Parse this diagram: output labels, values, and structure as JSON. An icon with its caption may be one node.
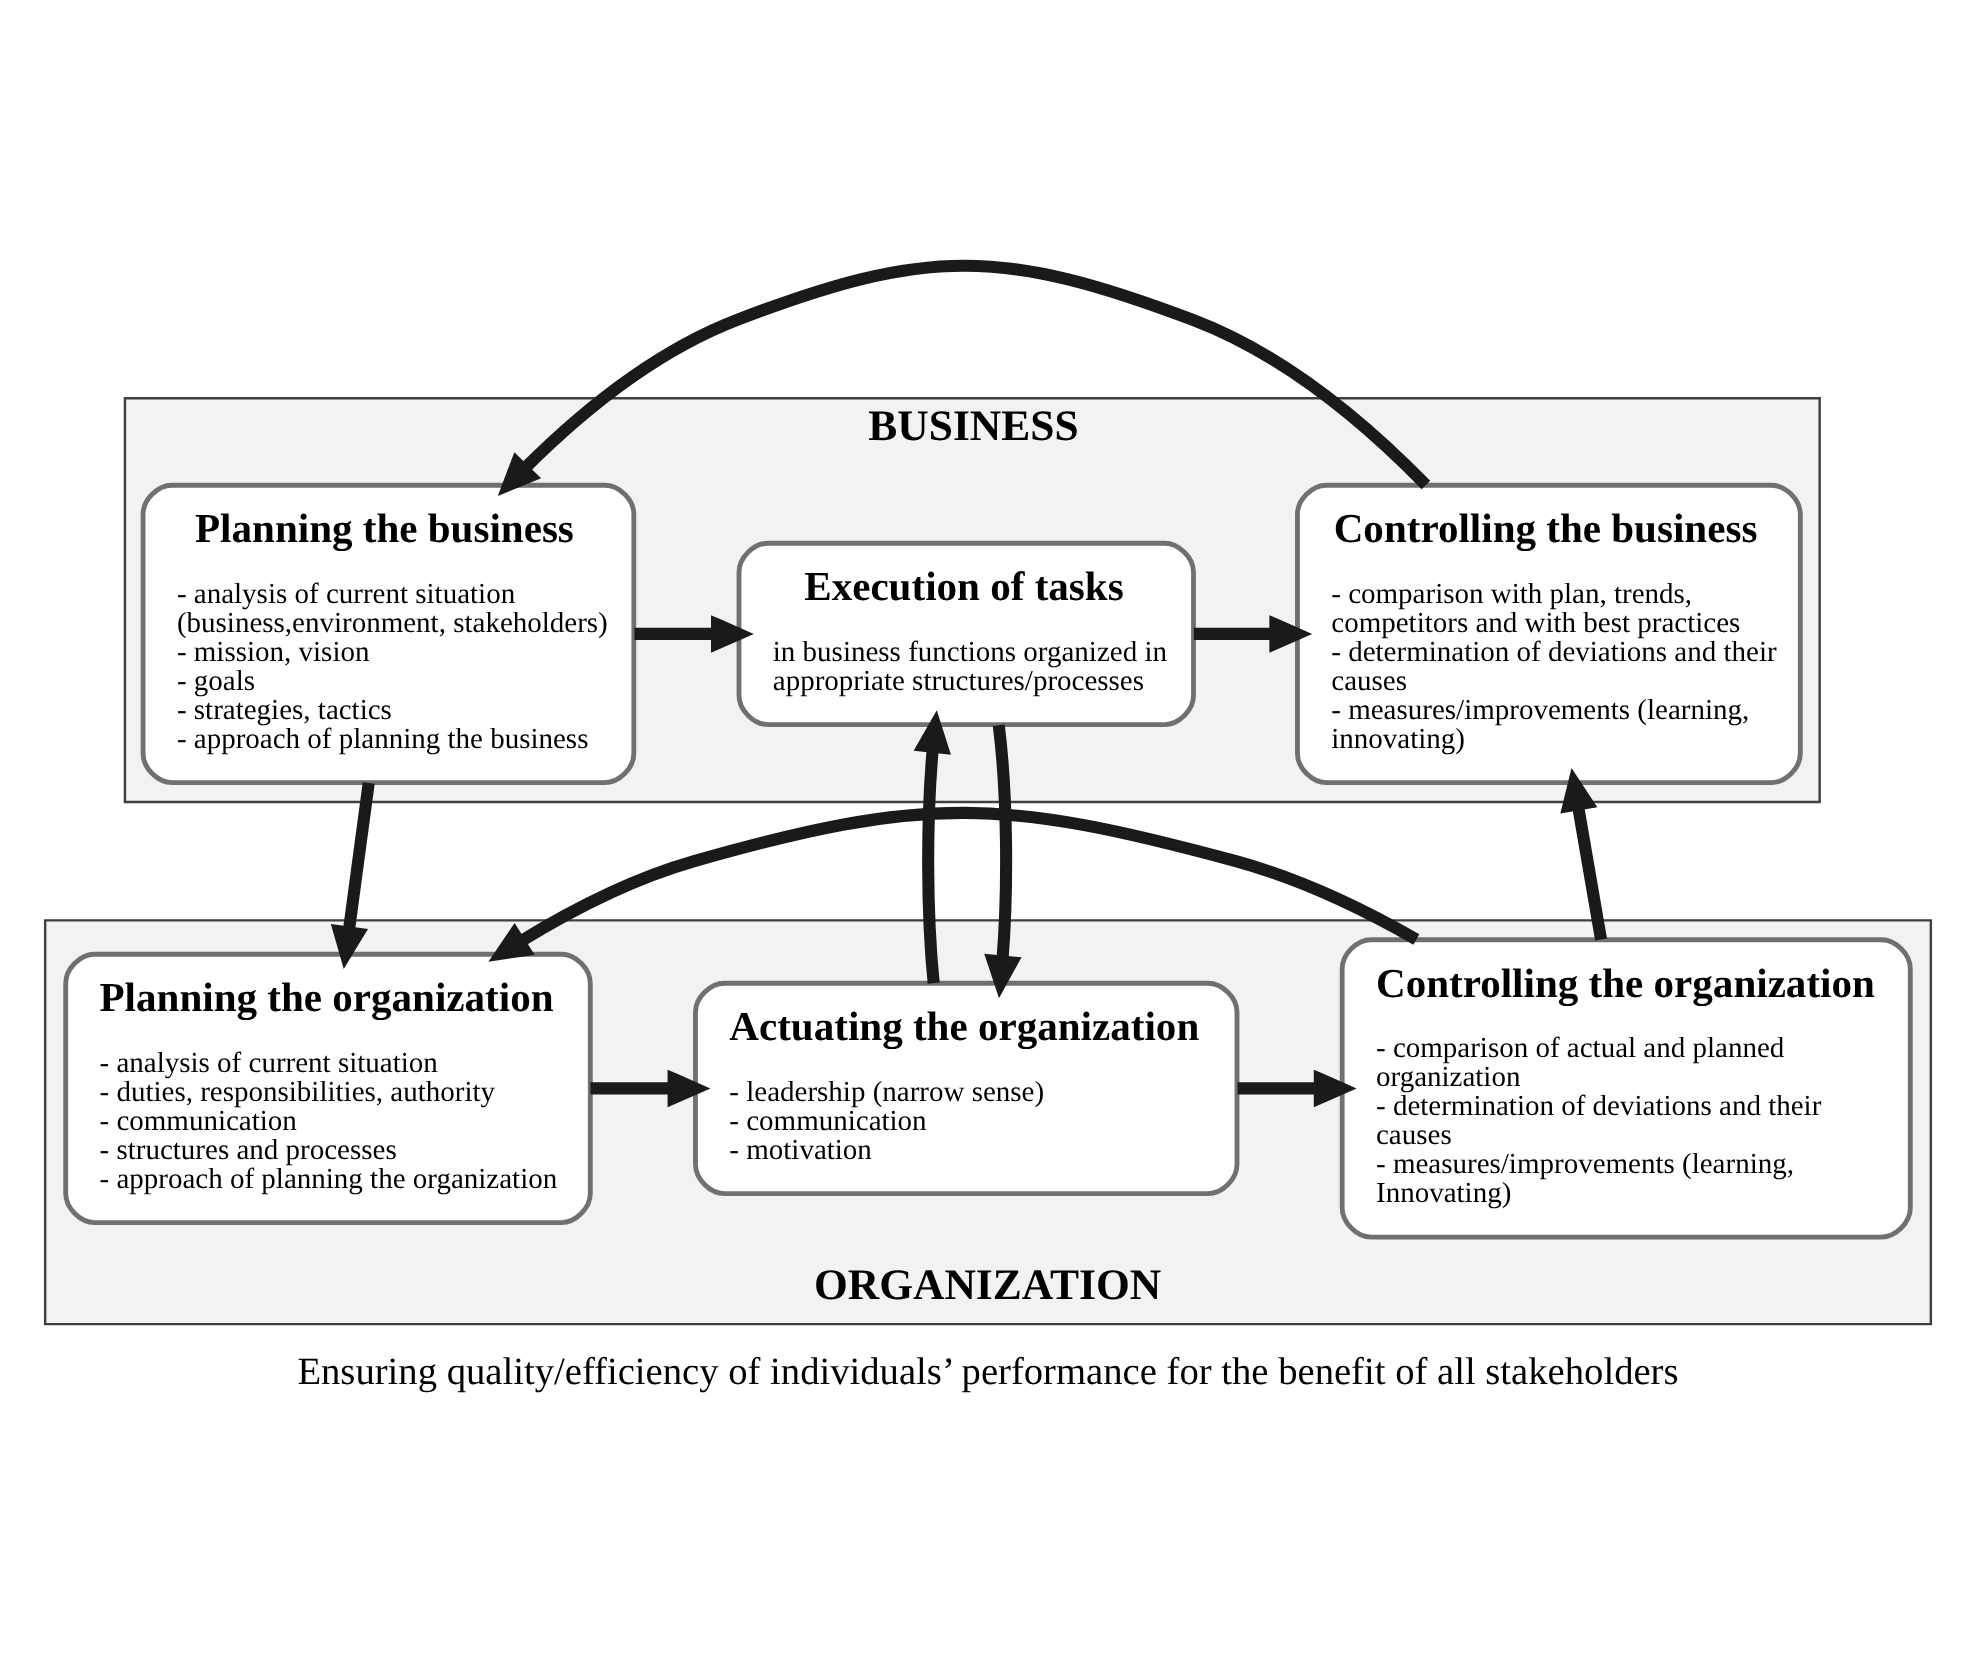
{
  "diagram": {
    "caption": "Ensuring quality/efficiency of individuals’ performance for the benefit of all stakeholders",
    "nodes": [
      {
        "text": [
          "BUSINESS"
        ]
      },
      {
        "text": [
          "Planning the business",
          "- analysis of current situation (business,environment, stakeholders)",
          "- mission, vision",
          "- goals",
          "- strategies, tactics",
          "- approach of planning the business"
        ],
        "in": 0
      },
      {
        "text": [
          "Execution of tasks",
          "in business functions organized in appropriate structures/processes"
        ],
        "in": 0
      },
      {
        "text": [
          "Controlling the business",
          "- comparison with plan, trends, competitors and with best practices",
          "- determination of deviations and their causes",
          "- measures/improvements (learning, innovating)"
        ],
        "in": 0
      },
      {
        "text": [
          "ORGANIZATION"
        ]
      },
      {
        "text": [
          "Planning the organization",
          "- analysis of current situation",
          "- duties, responsibilities, authority",
          "- communication",
          "- structures and processes",
          "- approach of planning the organization"
        ],
        "in": 4
      },
      {
        "text": [
          "Actuating the organization",
          "- leadership (narrow sense)",
          "- communication",
          "- motivation"
        ],
        "in": 4
      },
      {
        "text": [
          "Controlling the organization",
          "- comparison of actual and planned organization",
          "- determination of deviations and their causes",
          "- measures/improvements (learning, Innovating)"
        ],
        "in": 4
      }
    ],
    "edges": [
      {
        "from": 1,
        "to": 2,
        "arrow": "to"
      },
      {
        "from": 2,
        "to": 3,
        "arrow": "to"
      },
      {
        "from": 3,
        "to": 1,
        "arrow": "to"
      },
      {
        "from": 1,
        "to": 5,
        "arrow": "to"
      },
      {
        "from": 2,
        "to": 6,
        "arrow": "to"
      },
      {
        "from": 6,
        "to": 2,
        "arrow": "to"
      },
      {
        "from": 7,
        "to": 3,
        "arrow": "to"
      },
      {
        "from": 5,
        "to": 6,
        "arrow": "to"
      },
      {
        "from": 6,
        "to": 7,
        "arrow": "to"
      },
      {
        "from": 7,
        "to": 5,
        "arrow": "to"
      }
    ]
  }
}
